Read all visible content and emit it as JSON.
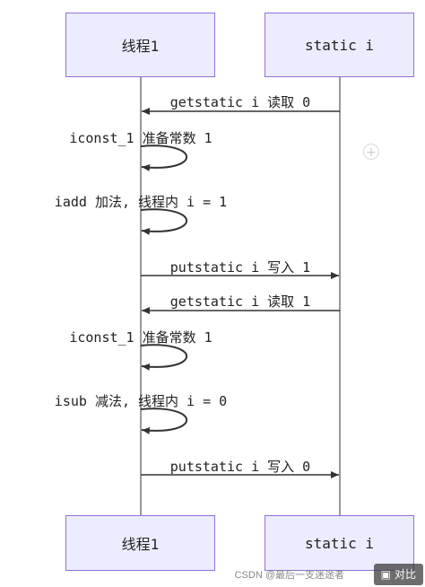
{
  "participants": [
    {
      "id": "thread1",
      "label": "线程1"
    },
    {
      "id": "static_i",
      "label": "static i"
    }
  ],
  "messages": [
    {
      "kind": "call",
      "from": "static_i",
      "to": "thread1",
      "label": "getstatic i 读取 0"
    },
    {
      "kind": "self",
      "actor": "thread1",
      "label": "iconst_1 准备常数 1"
    },
    {
      "kind": "self",
      "actor": "thread1",
      "label": "iadd 加法, 线程内 i = 1"
    },
    {
      "kind": "call",
      "from": "thread1",
      "to": "static_i",
      "label": "putstatic i 写入 1"
    },
    {
      "kind": "call",
      "from": "static_i",
      "to": "thread1",
      "label": "getstatic i 读取 1"
    },
    {
      "kind": "self",
      "actor": "thread1",
      "label": "iconst_1 准备常数 1"
    },
    {
      "kind": "self",
      "actor": "thread1",
      "label": "isub 减法, 线程内 i = 0"
    },
    {
      "kind": "call",
      "from": "thread1",
      "to": "static_i",
      "label": "putstatic i 写入 0"
    }
  ],
  "watermark": "CSDN @最后一支迷途者",
  "compare_button": {
    "icon": "compare-icon",
    "label": "对比"
  },
  "zoom_icon": "zoom-in-icon",
  "colors": {
    "actor_fill": "#ececff",
    "actor_border": "#9370db",
    "line": "#333333"
  }
}
